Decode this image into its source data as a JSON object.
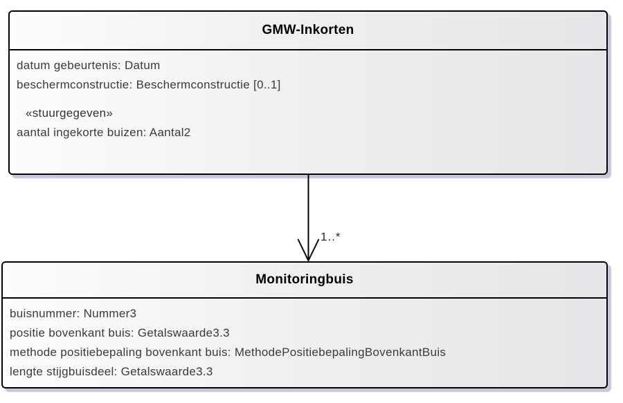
{
  "diagram": {
    "classes": [
      {
        "name": "GMW-Inkorten",
        "attributes": [
          "datum gebeurtenis: Datum",
          "beschermconstructie: Beschermconstructie [0..1]"
        ],
        "stereotype": "«stuurgegeven»",
        "stereotype_attributes": [
          "aantal ingekorte buizen: Aantal2"
        ]
      },
      {
        "name": "Monitoringbuis",
        "attributes": [
          "buisnummer: Nummer3",
          "positie bovenkant buis: Getalswaarde3.3",
          "methode positiebepaling bovenkant buis: MethodePositiebepalingBovenkantBuis",
          "lengte stijgbuisdeel: Getalswaarde3.3"
        ]
      }
    ],
    "association": {
      "multiplicity": "1..*"
    },
    "colors": {
      "box_border": "#000000",
      "box_fill_left": "#fdfdfd",
      "box_fill_right": "#e6e6e9",
      "shadow": "#c9cdd9",
      "attribute_text": "#3a3a3a",
      "title_text": "#000000"
    }
  }
}
